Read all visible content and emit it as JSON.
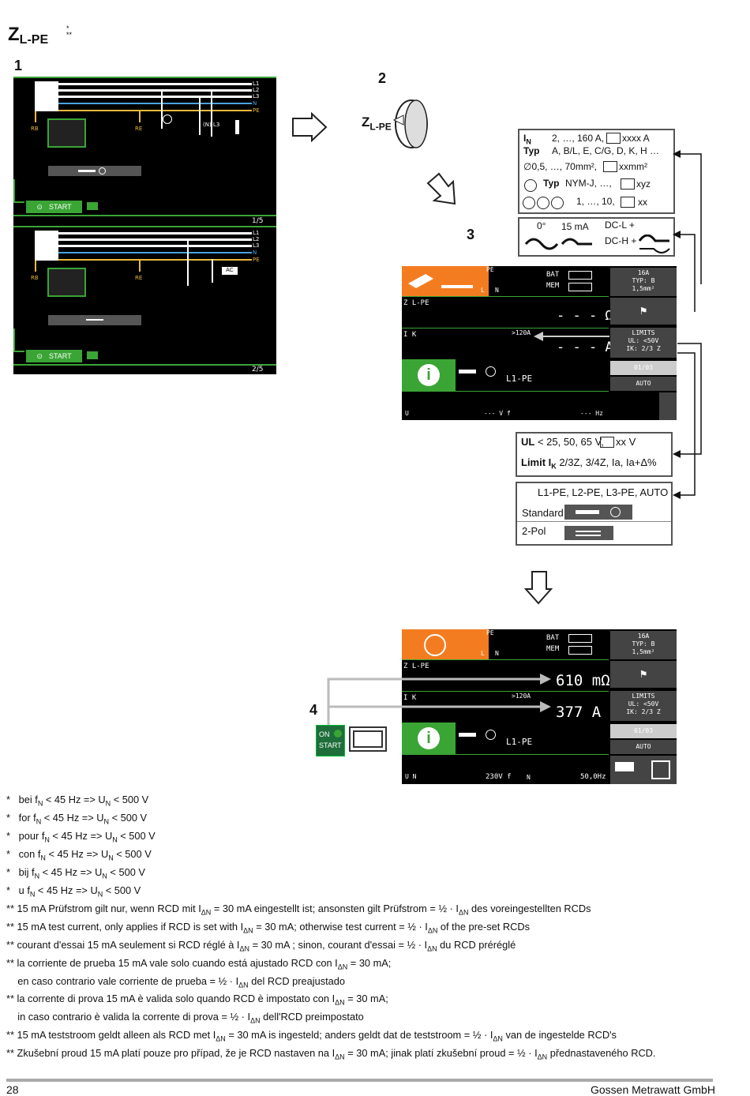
{
  "header": {
    "title": "Z",
    "title_sub": "L-PE",
    "stars": [
      "*",
      "**"
    ]
  },
  "steps": {
    "s1": "1",
    "s2": "2",
    "s3": "3",
    "s4": "4"
  },
  "screen1": {
    "wire_labels": [
      "L1",
      "L2",
      "L3",
      "N",
      "PE"
    ],
    "rb": "RB",
    "re": "RE",
    "nl3": "(N) L3",
    "start": "START",
    "page": "1/5"
  },
  "screen2": {
    "wire_labels": [
      "L1",
      "L2",
      "L3",
      "N",
      "PE"
    ],
    "rb": "RB",
    "re": "RE",
    "ac": "AC",
    "start": "START",
    "page": "2/5"
  },
  "rotary": {
    "label": "Z",
    "label_sub": "L-PE"
  },
  "param_box1": {
    "in_label": "I",
    "in_sub": "N",
    "in_values": "2, …, 160 A,",
    "in_custom": "xxxx A",
    "typ_label": "Typ",
    "typ_values": "A, B/L, E, C/G, D, K, H …",
    "cs_values": "∅0,5, …, 70mm², ",
    "cs_custom": "xxmm²",
    "cable_label": "Typ",
    "cable_values": "NYM-J, …,",
    "cable_custom": "xyz",
    "cores_values": "1, …, 10,",
    "cores_custom": "xx"
  },
  "param_box2": {
    "deg": "0°",
    "ma": "15 mA",
    "dcl": "DC-L +",
    "dch": "DC-H +"
  },
  "device1": {
    "pe": "PE",
    "l": "L",
    "n": "N",
    "bat": "BAT",
    "mem": "MEM",
    "zlpe": "Z L-PE",
    "ik": "I K",
    "over": ">120A",
    "zval": "- - -  Ω",
    "ikval": "- - -  A",
    "fuse": [
      "16A",
      "TYP: B",
      "1,5mm²"
    ],
    "limits": [
      "LIMITS",
      "UL:       <50V",
      "IK: 2/3 Z"
    ],
    "page": "01/03",
    "auto": "AUTO",
    "l1pe": "L1-PE",
    "u": "U",
    "uval": "--- V  f",
    "hz": "--- Hz"
  },
  "limit_box": {
    "ul_label": "UL",
    "ul_values": "< 25, 50, 65 V,",
    "ul_custom": "xx V",
    "ik_label": "Limit I",
    "ik_sub": "K",
    "ik_values": "2/3Z, 3/4Z, Ia, Ia+Δ%"
  },
  "mode_box": {
    "title": "L1-PE, L2-PE, L3-PE, AUTO",
    "standard": "Standard",
    "twopol": "2-Pol"
  },
  "device2": {
    "pe": "PE",
    "l": "L",
    "n": "N",
    "bat": "BAT",
    "mem": "MEM",
    "zlpe": "Z L-PE",
    "ik": "I K",
    "over": ">120A",
    "zval": "610 mΩ",
    "ikval": "377  A",
    "fuse": [
      "16A",
      "TYP: B",
      "1,5mm²"
    ],
    "limits": [
      "LIMITS",
      "UL:       <50V",
      "IK: 2/3 Z"
    ],
    "page": "01/03",
    "auto": "AUTO",
    "l1pe": "L1-PE",
    "un": "U N",
    "uval": "230V  f",
    "n2": "N",
    "hz": "50,0Hz"
  },
  "onstart": {
    "on": "ON",
    "start": "START"
  },
  "footnotes": [
    "*   bei f<sub>N</sub> &lt; 45 Hz =&gt; U<sub>N</sub> &lt; 500 V",
    "*   for f<sub>N</sub> &lt; 45 Hz =&gt; U<sub>N</sub> &lt; 500 V",
    "*   pour f<sub>N</sub> &lt; 45 Hz =&gt; U<sub>N</sub> &lt; 500 V",
    "*   con f<sub>N</sub> &lt; 45 Hz =&gt; U<sub>N</sub> &lt; 500 V",
    "*   bij f<sub>N</sub> &lt; 45 Hz =&gt; U<sub>N</sub> &lt; 500 V",
    "*   u f<sub>N</sub> &lt; 45 Hz =&gt; U<sub>N</sub> &lt; 500 V"
  ],
  "footnotes_text": [
    "*   bei fN < 45 Hz => UN < 500 V",
    "*   for fN < 45 Hz => UN < 500 V",
    "*   pour fN < 45 Hz => UN < 500 V",
    "*   con fN < 45 Hz => UN < 500 V",
    "*   bij fN < 45 Hz => UN < 500 V",
    "*   u fN < 45 Hz => UN < 500 V",
    "** 15 mA Prüfstrom gilt nur, wenn RCD mit IΔN = 30 mA eingestellt ist; ansonsten gilt Prüfstrom = ½ · IΔN des voreingestellten RCDs",
    "** 15 mA test current, only applies if RCD is set with IΔN = 30 mA; otherwise test current = ½ · IΔN of the pre-set RCDs",
    "** courant d'essai 15 mA seulement si RCD réglé à IΔN = 30 mA ; sinon, courant d'essai = ½ · IΔN du RCD préréglé",
    "** la corriente de prueba 15 mA vale solo cuando está ajustado RCD con IΔN = 30 mA;",
    "    en caso contrario vale corriente de prueba = ½ · IΔN del RCD preajustado",
    "** la corrente di prova 15 mA è valida solo quando RCD è impostato con IΔN = 30 mA;",
    "    in caso contrario è valida la corrente di prova = ½ · IΔN dell'RCD preimpostato",
    "** 15 mA teststroom geldt alleen als RCD met IΔN = 30 mA is ingesteld; anders geldt dat de teststroom = ½ · IΔN van de ingestelde RCD's",
    "** Zkušební proud 15 mA platí pouze pro případ, že je RCD nastaven na IΔN = 30 mA; jinak platí zkušební proud = ½ · IΔN přednastaveného RCD."
  ],
  "footer": {
    "page": "28",
    "company": "Gossen Metrawatt GmbH"
  }
}
